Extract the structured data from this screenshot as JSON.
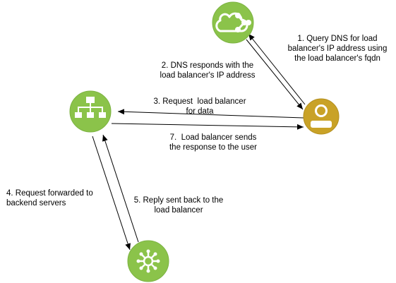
{
  "colors": {
    "green": "#8BC34A",
    "green_border": "#7CB342",
    "gold": "#C9A227",
    "icon_fg": "#ffffff",
    "arrow": "#000000"
  },
  "nodes": {
    "dns": {
      "icon": "cloud-network-icon"
    },
    "load_balancer": {
      "icon": "hierarchy-icon"
    },
    "user": {
      "icon": "user-icon"
    },
    "backend": {
      "icon": "network-hub-icon"
    }
  },
  "steps": {
    "step1": "1. Query DNS for load\nbalancer's IP address using\nthe load balancer's fqdn",
    "step2": "2. DNS responds with the\nload balancer's IP address",
    "step3": "3. Request  load balancer\nfor data",
    "step4": "4. Request forwarded to\nbackend servers",
    "step5": "5. Reply sent back to the\nload balancer",
    "step7": "7.  Load balancer sends\nthe response to the user"
  }
}
